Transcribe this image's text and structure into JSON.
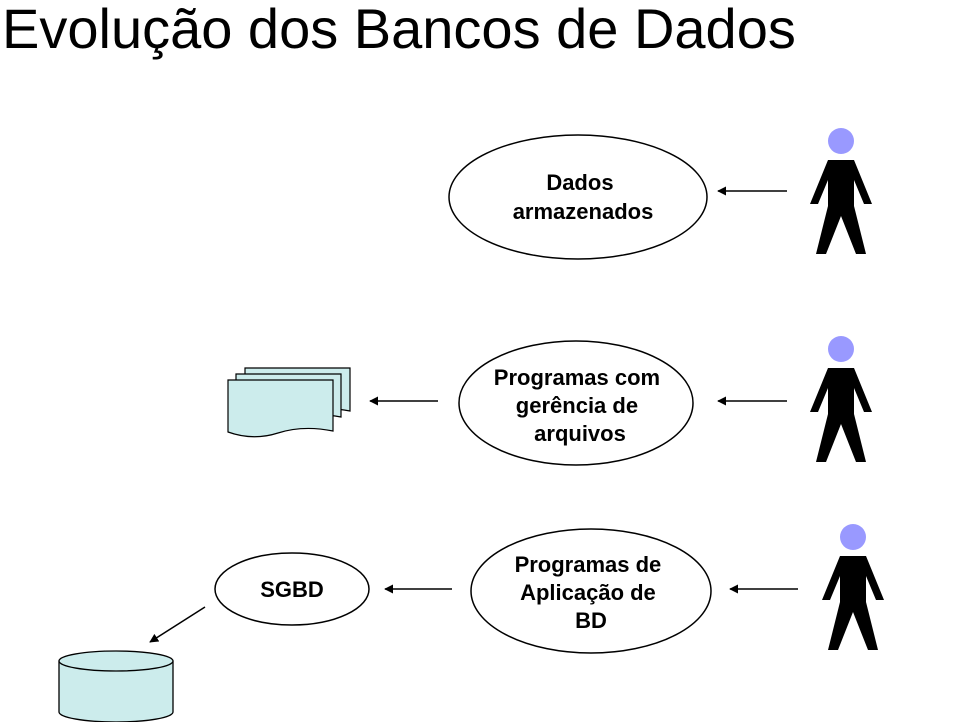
{
  "title": "Evolução dos Bancos de Dados",
  "colors": {
    "person_head": "#9999ff",
    "person_body": "#000000",
    "document_fill": "#ccecec",
    "database_fill": "#ccecec",
    "stroke": "#000000",
    "background": "#ffffff"
  },
  "row1": {
    "storage_label_line1": "Dados",
    "storage_label_line2": "armazenados"
  },
  "row2": {
    "program_label_line1": "Programas com",
    "program_label_line2": "gerência de",
    "program_label_line3": "arquivos"
  },
  "row3": {
    "dbms_label": "SGBD",
    "program_label_line1": "Programas de",
    "program_label_line2": "Aplicação de",
    "program_label_line3": "BD"
  }
}
